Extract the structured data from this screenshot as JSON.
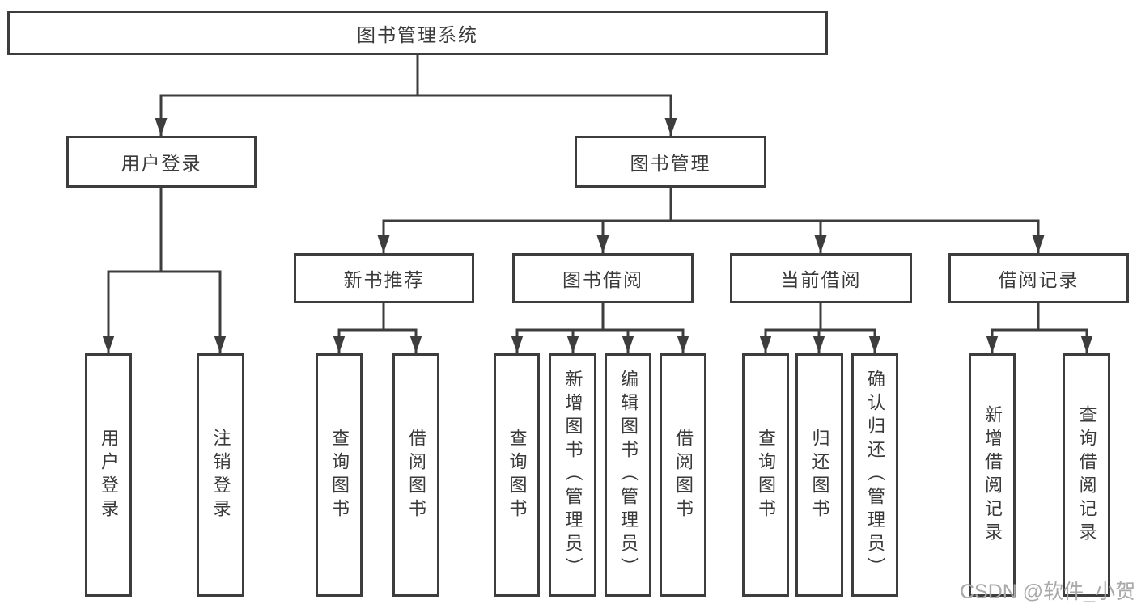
{
  "diagram_title": "图书管理系统",
  "tree": {
    "label": "图书管理系统",
    "children": [
      {
        "label": "用户登录",
        "children": [
          {
            "label": "用户登录"
          },
          {
            "label": "注销登录"
          }
        ]
      },
      {
        "label": "图书管理",
        "children": [
          {
            "label": "新书推荐",
            "children": [
              {
                "label": "查询图书"
              },
              {
                "label": "借阅图书"
              }
            ]
          },
          {
            "label": "图书借阅",
            "children": [
              {
                "label": "查询图书"
              },
              {
                "label": "新增图书（管理员）"
              },
              {
                "label": "编辑图书（管理员）"
              },
              {
                "label": "借阅图书"
              }
            ]
          },
          {
            "label": "当前借阅",
            "children": [
              {
                "label": "查询图书"
              },
              {
                "label": "归还图书"
              },
              {
                "label": "确认归还（管理员）"
              }
            ]
          },
          {
            "label": "借阅记录",
            "children": [
              {
                "label": "新增借阅记录"
              },
              {
                "label": "查询借阅记录"
              }
            ]
          }
        ]
      }
    ]
  },
  "watermark": {
    "text": "CSDN @软件_小贺同学"
  },
  "colors": {
    "line": "#3d3d3d",
    "box_border": "#3d3d3d",
    "text": "#3a3a3a",
    "watermark": "#a9a9a9",
    "background": "#ffffff"
  }
}
